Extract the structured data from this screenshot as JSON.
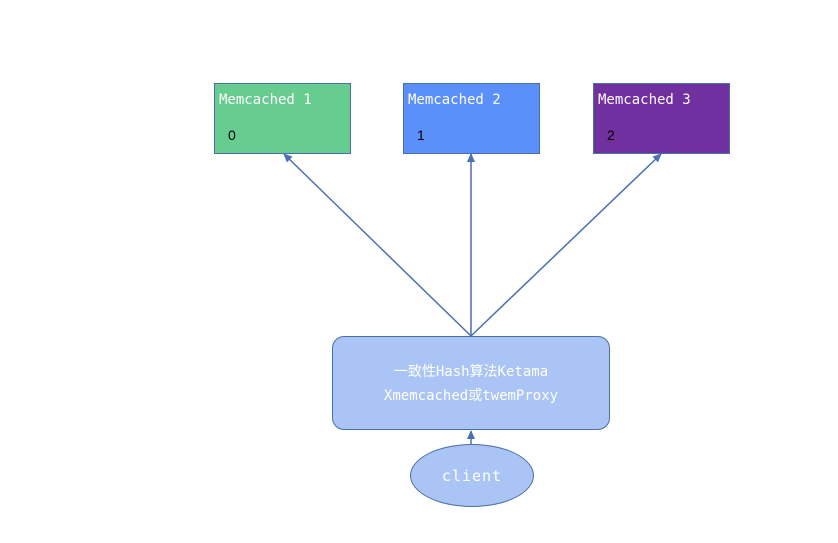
{
  "servers": [
    {
      "title": "Memcached 1",
      "index": "0",
      "color": "#66cc8f"
    },
    {
      "title": "Memcached 2",
      "index": "1",
      "color": "#5b8ff9"
    },
    {
      "title": "Memcached 3",
      "index": "2",
      "color": "#7030a0"
    }
  ],
  "proxy": {
    "line1": "一致性Hash算法Ketama",
    "line2": "Xmemcached或twemProxy",
    "color": "#a9c4f5"
  },
  "client": {
    "label": "client",
    "color": "#a9c4f5"
  },
  "edge_color": "#4a6fb5"
}
